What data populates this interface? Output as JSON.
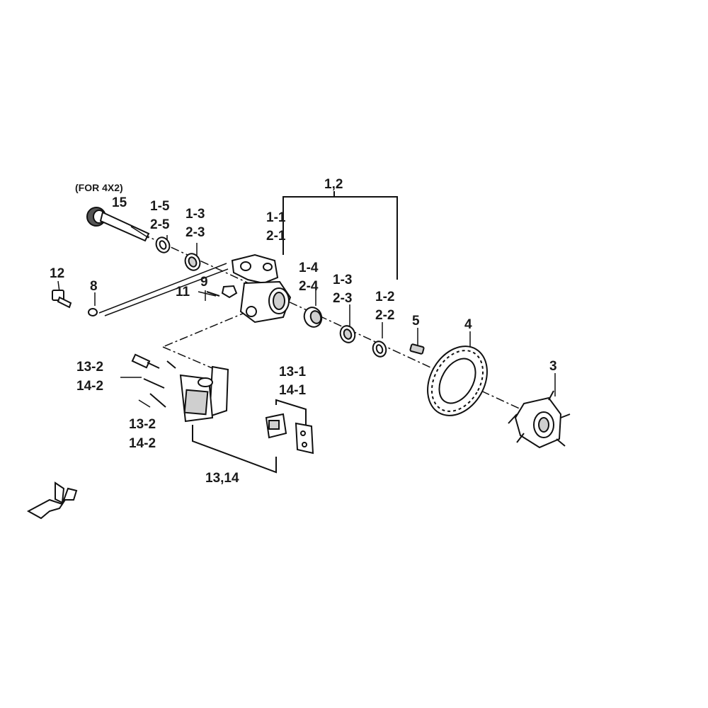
{
  "note": "(FOR 4X2)",
  "labels": {
    "a_1_2": "1,2",
    "a_1_1": "1-1",
    "a_2_1": "2-1",
    "a_1_5": "1-5",
    "a_2_5": "2-5",
    "a_1_3_left": "1-3",
    "a_2_3_left": "2-3",
    "a_15": "15",
    "a_12": "12",
    "a_8": "8",
    "a_9": "9",
    "a_11": "11",
    "a_1_4": "1-4",
    "a_2_4": "2-4",
    "a_1_3_right": "1-3",
    "a_2_3_right": "2-3",
    "a_1_2b": "1-2",
    "a_2_2": "2-2",
    "a_5": "5",
    "a_4": "4",
    "a_3": "3",
    "a_13_2_top": "13-2",
    "a_14_2_top": "14-2",
    "a_13_2_bottom": "13-2",
    "a_14_2_bottom": "14-2",
    "a_13_1": "13-1",
    "a_14_1": "14-1",
    "a_13_14": "13,14"
  }
}
